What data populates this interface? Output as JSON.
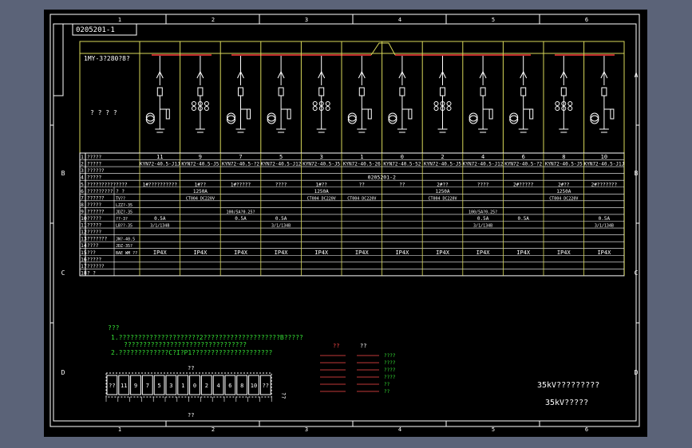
{
  "drawing": {
    "drawing_no": "0205201-1",
    "top_left_label": "1MY-3?280?8?",
    "top_left_marks": "? ? ? ?",
    "cols_top": [
      "1",
      "2",
      "3",
      "4",
      "5",
      "6"
    ],
    "cols_bottom": [
      "1",
      "2",
      "3",
      "4",
      "5",
      "6"
    ],
    "rows_left": [
      "B",
      "C",
      "D"
    ],
    "rows_right": [
      "A",
      "B",
      "C",
      "D"
    ],
    "title_line1": "35kV?????????",
    "title_line2": "35kV?????"
  },
  "table": {
    "row_numbers": [
      "1",
      "2",
      "3",
      "4",
      "5",
      "6",
      "7",
      "8",
      "9",
      "10",
      "11",
      "12",
      "13",
      "14",
      "15",
      "16",
      "17",
      "18"
    ],
    "row_labels": [
      "?????",
      "?????",
      "??????",
      "?????",
      "??????????????",
      "?????????  ? ?",
      "??????",
      "?????",
      "??????",
      "?????",
      "?????",
      "?????",
      "???????",
      "????",
      "???",
      "?????",
      "??????",
      "?  ?"
    ],
    "row_sub": [
      "",
      "",
      "",
      "",
      "",
      "",
      "TV??",
      "LZZ?-35",
      "JDZ?-35",
      "??-3?",
      "LB??-35",
      "",
      "JN?-40.5",
      "JDZ-35?",
      "BAE WM ??",
      "",
      "",
      ""
    ],
    "cabinet_nos": [
      "11",
      "9",
      "7",
      "5",
      "3",
      "1",
      "0",
      "2",
      "4",
      "6",
      "8",
      "10"
    ],
    "cabinet_models": [
      "KYN72-40.5-J1J",
      "KYN72-40.5-J5",
      "KYN72-40.5-?2",
      "KYN72-40.5-J12",
      "KYN72-40.5-J5",
      "KYN72-40.5-26",
      "KYN72-40.5-52",
      "KYN72-40.5-J5",
      "KYN72-40.5-J12",
      "KYN72-40.5-?2",
      "KYN72-40.5-J5",
      "KYN72-40.5-J1J"
    ],
    "row4_value": "0205201-2",
    "row5_values": [
      "1#??????????",
      "1#??",
      "1#?????",
      "????",
      "1#??",
      "??",
      "??",
      "2#??",
      "????",
      "2#?????",
      "2#??",
      "2#???????"
    ],
    "rated_current": [
      "",
      "1250A",
      "",
      "",
      "1250A",
      "",
      "",
      "1250A",
      "",
      "",
      "1250A",
      ""
    ],
    "ct_values": [
      "",
      "CT004 DC220V",
      "",
      "",
      "CT004 DC220V",
      "CT004 DC220V",
      "",
      "CT004 DC220V",
      "",
      "",
      "CT004 DC220V",
      ""
    ],
    "ratio_100": "100/5A?0.25?",
    "fuse_05": "0.5A",
    "ratio_2": "3/1/134B",
    "ip_rating": "IP4X"
  },
  "notes": {
    "heading": "???",
    "line1": "1.?????????????????????2????????????????????B?????",
    "line2": "????????????????????????????????",
    "line3": "2.?????????????C?I?P1?????????????????????"
  },
  "legend": {
    "left_header": "??",
    "right_header": "??",
    "items": [
      "????",
      "????",
      "????",
      "????",
      "??",
      "??"
    ]
  },
  "cabinet_strip": {
    "top_label": "??",
    "bottom_label": "??",
    "right_label": "??",
    "cells": [
      "??",
      "11",
      "9",
      "7",
      "5",
      "3",
      "1",
      "0",
      "2",
      "4",
      "6",
      "8",
      "10",
      "??"
    ]
  }
}
